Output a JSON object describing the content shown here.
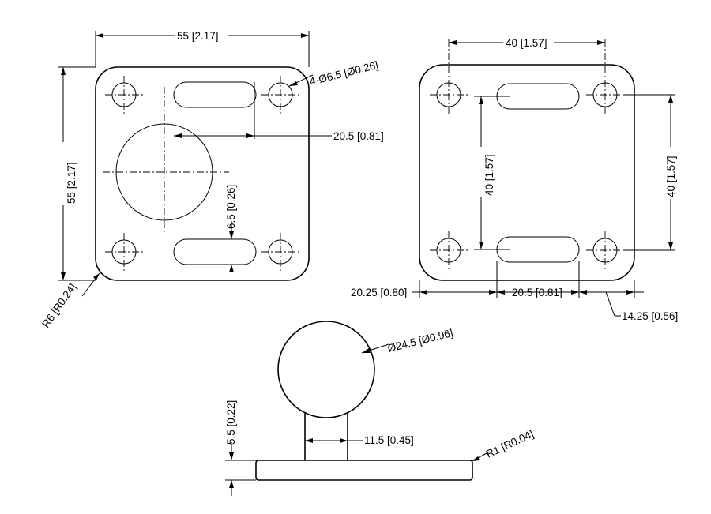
{
  "plate_top_view": {
    "width": "55 [2.17]",
    "height": "55 [2.17]",
    "hole_callout": "4-Ø6.5 [Ø0.26]",
    "slot_offset": "20.5 [0.81]",
    "slot_width": "6.5 [0.26]",
    "corner_radius": "R6 [R0.24]"
  },
  "plate_bottom_view": {
    "hole_spacing_x": "40 [1.57]",
    "hole_spacing_y_left": "40 [1.57]",
    "hole_spacing_y_right": "40 [1.57]",
    "edge_offset_left": "20.25 [0.80]",
    "slot_spacing": "20.5 [0.81]",
    "edge_offset_right": "14.25 [0.56]"
  },
  "ball_side_view": {
    "ball_diameter": "Ø24.5 [Ø0.96]",
    "neck_height": "5.5 [0.22]",
    "neck_width": "11.5 [0.45]",
    "base_radius": "R1 [R0.04]"
  }
}
